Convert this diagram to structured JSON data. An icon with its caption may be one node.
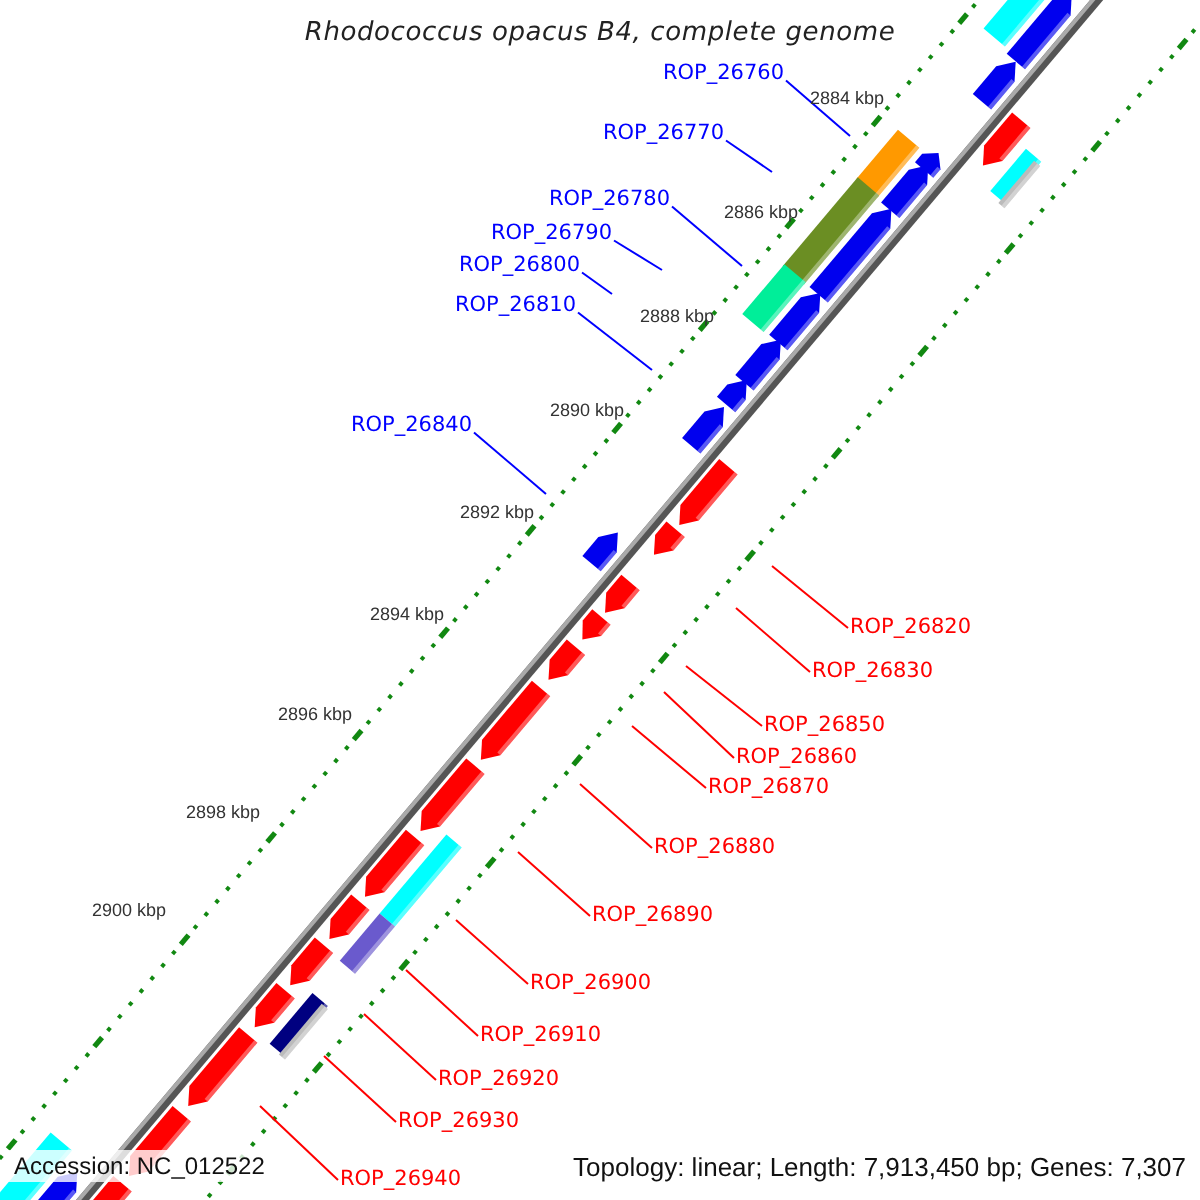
{
  "diagram": {
    "title": "Rhodococcus opacus B4, complete genome",
    "nodes": [
      {
        "text": [
          "ROP_26760"
        ]
      },
      {
        "text": [
          "ROP_26770"
        ]
      },
      {
        "text": [
          "ROP_26780"
        ]
      },
      {
        "text": [
          "ROP_26790"
        ]
      },
      {
        "text": [
          "ROP_26800"
        ]
      },
      {
        "text": [
          "ROP_26810"
        ]
      },
      {
        "text": [
          "ROP_26840"
        ]
      },
      {
        "text": [
          "ROP_26820"
        ]
      },
      {
        "text": [
          "ROP_26830"
        ]
      },
      {
        "text": [
          "ROP_26850"
        ]
      },
      {
        "text": [
          "ROP_26860"
        ]
      },
      {
        "text": [
          "ROP_26870"
        ]
      },
      {
        "text": [
          "ROP_26880"
        ]
      },
      {
        "text": [
          "ROP_26890"
        ]
      },
      {
        "text": [
          "ROP_26900"
        ]
      },
      {
        "text": [
          "ROP_26910"
        ]
      },
      {
        "text": [
          "ROP_26920"
        ]
      },
      {
        "text": [
          "ROP_26930"
        ]
      },
      {
        "text": [
          "ROP_26940"
        ]
      }
    ],
    "edges": [
      {
        "from": 0,
        "to": null,
        "arrow": "none",
        "color": "#0000ff"
      },
      {
        "from": 1,
        "to": null,
        "arrow": "none",
        "color": "#0000ff"
      },
      {
        "from": 2,
        "to": null,
        "arrow": "none",
        "color": "#0000ff"
      },
      {
        "from": 3,
        "to": null,
        "arrow": "none",
        "color": "#0000ff"
      },
      {
        "from": 4,
        "to": null,
        "arrow": "none",
        "color": "#0000ff"
      },
      {
        "from": 5,
        "to": null,
        "arrow": "none",
        "color": "#0000ff"
      },
      {
        "from": 6,
        "to": null,
        "arrow": "none",
        "color": "#0000ff"
      },
      {
        "from": 7,
        "to": null,
        "arrow": "none"
      },
      {
        "from": 8,
        "to": null,
        "arrow": "none"
      },
      {
        "from": 9,
        "to": null,
        "arrow": "none"
      },
      {
        "from": 10,
        "to": null,
        "arrow": "none"
      },
      {
        "from": 11,
        "to": null,
        "arrow": "none"
      },
      {
        "from": 12,
        "to": null,
        "arrow": "none"
      },
      {
        "from": 13,
        "to": null,
        "arrow": "none"
      },
      {
        "from": 14,
        "to": null,
        "arrow": "none"
      },
      {
        "from": 15,
        "to": null,
        "arrow": "none"
      },
      {
        "from": 16,
        "to": null,
        "arrow": "none"
      },
      {
        "from": 17,
        "to": null,
        "arrow": "none"
      },
      {
        "from": 18,
        "to": null,
        "arrow": "none"
      }
    ],
    "labels": [
      "2884 kbp",
      "2886 kbp",
      "2888 kbp",
      "2890 kbp",
      "2892 kbp",
      "2894 kbp",
      "2896 kbp",
      "2898 kbp",
      "2900 kbp",
      "Accession: NC_012522",
      "Topology: linear; Length: 7,913,450 bp; Genes: 7,307"
    ]
  }
}
